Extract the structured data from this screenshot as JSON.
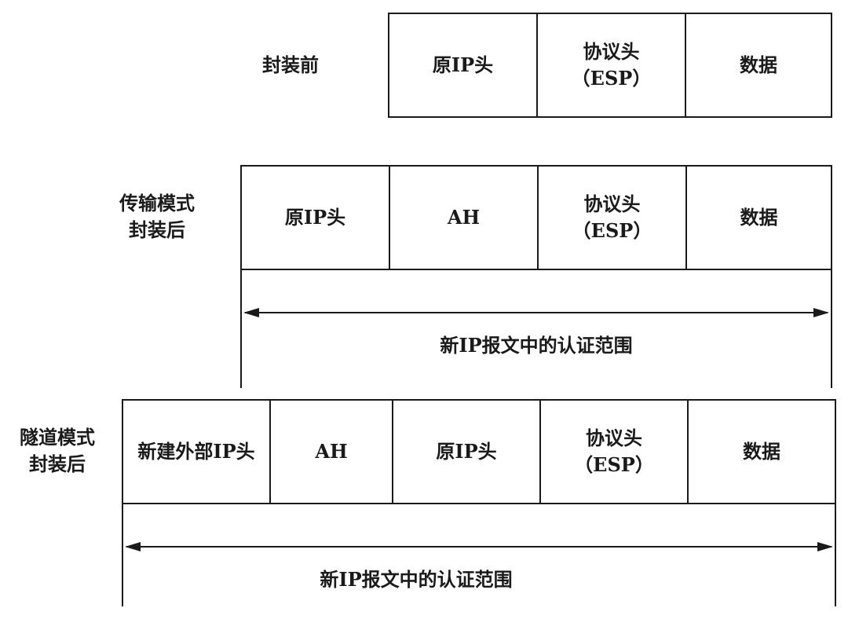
{
  "before": {
    "label": "封装前",
    "cells": [
      {
        "text": "原IP头",
        "sub": ""
      },
      {
        "text": "协议头",
        "sub": "（ESP）"
      },
      {
        "text": "数据",
        "sub": ""
      }
    ]
  },
  "transport": {
    "label_line1": "传输模式",
    "label_line2": "封装后",
    "cells": [
      {
        "text": "原IP头",
        "sub": ""
      },
      {
        "text": "AH",
        "sub": ""
      },
      {
        "text": "协议头",
        "sub": "（ESP）"
      },
      {
        "text": "数据",
        "sub": ""
      }
    ],
    "range_label": "新IP报文中的认证范围"
  },
  "tunnel": {
    "label_line1": "隧道模式",
    "label_line2": "封装后",
    "cells": [
      {
        "text": "新建外部IP头",
        "sub": ""
      },
      {
        "text": "AH",
        "sub": ""
      },
      {
        "text": "原IP头",
        "sub": ""
      },
      {
        "text": "协议头",
        "sub": "（ESP）"
      },
      {
        "text": "数据",
        "sub": ""
      }
    ],
    "range_label": "新IP报文中的认证范围"
  }
}
